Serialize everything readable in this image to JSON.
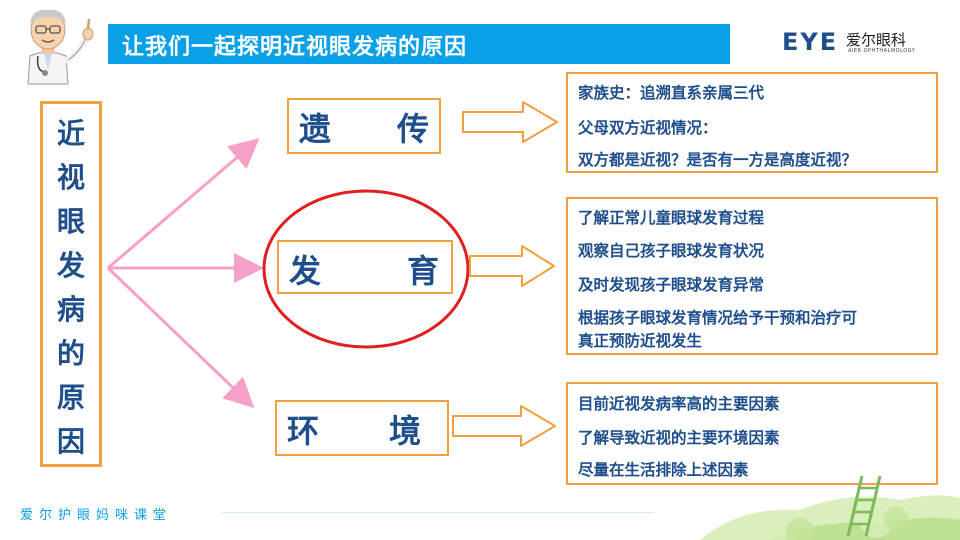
{
  "header": {
    "title": "让我们一起探明近视眼发病的原因",
    "logo_mark": "EYE",
    "logo_cn": "爱尔眼科",
    "logo_en": "AIER OPHTHALMOLOGY"
  },
  "left_box": {
    "chars": [
      "近",
      "视",
      "眼",
      "发",
      "病",
      "的",
      "原",
      "因"
    ]
  },
  "categories": [
    {
      "c1": "遗",
      "c2": "传"
    },
    {
      "c1": "发",
      "c2": "育"
    },
    {
      "c1": "环",
      "c2": "境"
    }
  ],
  "details": [
    {
      "lines": [
        "家族史：追溯直系亲属三代",
        "父母双方近视情况：",
        "双方都是近视？是否有一方是高度近视？"
      ]
    },
    {
      "lines": [
        "了解正常儿童眼球发育过程",
        "观察自己孩子眼球发育状况",
        "及时发现孩子眼球发育异常",
        "根据孩子眼球发育情况给予干预和治疗可",
        "真正预防近视发生"
      ]
    },
    {
      "lines": [
        "目前近视发病率高的主要因素",
        "了解导致近视的主要环境因素",
        "尽量在生活排除上述因素"
      ]
    }
  ],
  "footer": {
    "text": "爱尔护眼妈咪课堂"
  },
  "colors": {
    "accent_blue": "#0aa0e6",
    "text_blue": "#1f4e8c",
    "border_orange": "#f0a040",
    "arrow_pink": "#f4a0c8",
    "circle_red": "#e02020"
  },
  "icons": {
    "doctor": "doctor-icon",
    "ladder": "ladder-icon",
    "hill": "hill-icon"
  }
}
